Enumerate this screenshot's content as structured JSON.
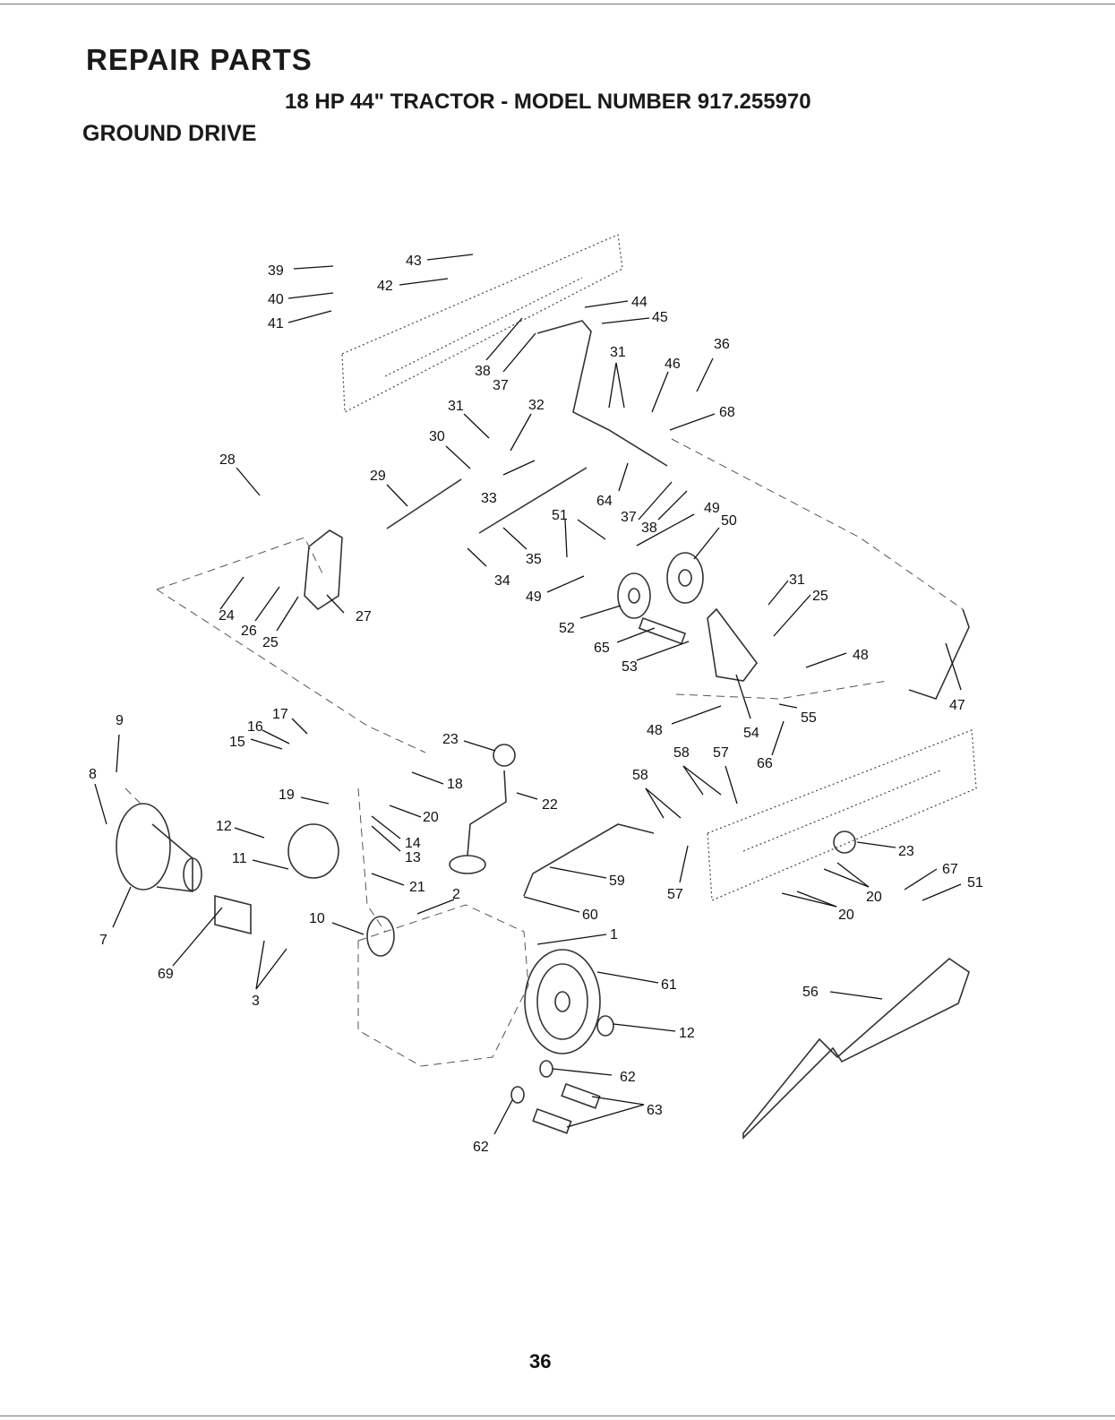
{
  "header": {
    "title": "REPAIR PARTS",
    "subtitle": "18 HP 44\" TRACTOR - MODEL NUMBER 917.255970",
    "section": "GROUND DRIVE"
  },
  "callouts": {
    "c1": "1",
    "c2": "2",
    "c3": "3",
    "c7": "7",
    "c8": "8",
    "c9": "9",
    "c10": "10",
    "c11": "11",
    "c12a": "12",
    "c12b": "12",
    "c13": "13",
    "c14": "14",
    "c15": "15",
    "c16": "16",
    "c17": "17",
    "c18": "18",
    "c19": "19",
    "c20a": "20",
    "c20b": "20",
    "c20c": "20",
    "c21": "21",
    "c22": "22",
    "c23a": "23",
    "c23b": "23",
    "c24": "24",
    "c25a": "25",
    "c25b": "25",
    "c26": "26",
    "c27": "27",
    "c28": "28",
    "c29": "29",
    "c30": "30",
    "c31a": "31",
    "c31b": "31",
    "c31c": "31",
    "c32": "32",
    "c33": "33",
    "c34": "34",
    "c35": "35",
    "c36": "36",
    "c37a": "37",
    "c37b": "37",
    "c38a": "38",
    "c38b": "38",
    "c39": "39",
    "c40": "40",
    "c41": "41",
    "c42": "42",
    "c43": "43",
    "c44": "44",
    "c45": "45",
    "c46": "46",
    "c47": "47",
    "c48a": "48",
    "c48b": "48",
    "c49a": "49",
    "c49b": "49",
    "c50": "50",
    "c51a": "51",
    "c51b": "51",
    "c52": "52",
    "c53": "53",
    "c54": "54",
    "c55": "55",
    "c56": "56",
    "c57a": "57",
    "c57b": "57",
    "c58a": "58",
    "c58b": "58",
    "c59": "59",
    "c60": "60",
    "c61": "61",
    "c62a": "62",
    "c62b": "62",
    "c63": "63",
    "c64": "64",
    "c65": "65",
    "c66": "66",
    "c67": "67",
    "c68": "68",
    "c69": "69"
  },
  "footer": {
    "page_number": "36"
  }
}
